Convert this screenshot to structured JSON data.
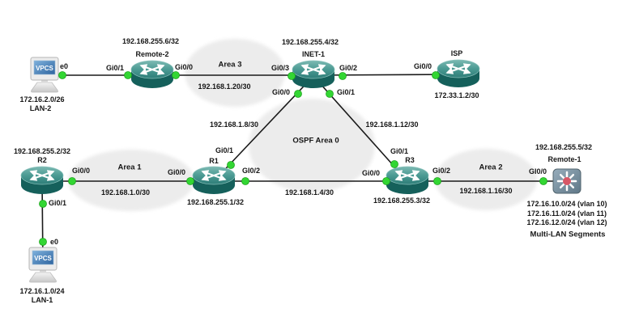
{
  "areas": {
    "area3": "Area 3",
    "area1": "Area 1",
    "area2": "Area 2",
    "area0": "OSPF Area 0"
  },
  "subnets": {
    "s20": "192.168.1.20/30",
    "s8": "192.168.1.8/30",
    "s12": "192.168.1.12/30",
    "s4": "192.168.1.4/30",
    "s0": "192.168.1.0/30",
    "s16": "192.168.1.16/30"
  },
  "nodes": {
    "lan2": {
      "screen": "VPCS",
      "port": "e0",
      "ip": "172.16.2.0/26",
      "name": "LAN-2"
    },
    "remote2": {
      "loopback": "192.168.255.6/32",
      "name": "Remote-2",
      "port_left": "Gi0/1",
      "port_right": "Gi0/0"
    },
    "inet1": {
      "loopback": "192.168.255.4/32",
      "name": "INET-1",
      "port_left": "Gi0/3",
      "port_right": "Gi0/2",
      "port_sw": "Gi0/0",
      "port_se": "Gi0/1"
    },
    "isp": {
      "name": "ISP",
      "ip": "172.33.1.2/30",
      "port_left": "Gi0/0"
    },
    "r2": {
      "loopback": "192.168.255.2/32",
      "name": "R2",
      "port_right": "Gi0/0",
      "port_down": "Gi0/1"
    },
    "r1": {
      "name": "R1",
      "loopback": "192.168.255.1/32",
      "port_up": "Gi0/1",
      "port_left": "Gi0/0",
      "port_right": "GI0/2"
    },
    "r3": {
      "name": "R3",
      "loopback": "192.168.255.3/32",
      "port_up": "Gi0/1",
      "port_left": "Gi0/0",
      "port_right": "Gi0/2"
    },
    "remote1": {
      "loopback": "192.168.255.5/32",
      "name": "Remote-1",
      "port_left": "GI0/0",
      "vlans": [
        "172.16.10.0/24 (vlan 10)",
        "172.16.11.0/24 (vlan 11)",
        "172.16.12.0/24 (vlan 12)"
      ],
      "caption": "Multi-LAN Segments"
    },
    "lan1": {
      "screen": "VPCS",
      "port": "e0",
      "ip": "172.16.1.0/24",
      "name": "LAN-1"
    }
  },
  "colors": {
    "link": "#1a1a1a",
    "interface_up_green": "#33d633",
    "router_teal": "#2e7d78",
    "switch_slate": "#7b93a4",
    "switch_hub_red": "#d85666",
    "area_fill": "#ececec",
    "pc_screen_blue": "#4a86c2"
  }
}
